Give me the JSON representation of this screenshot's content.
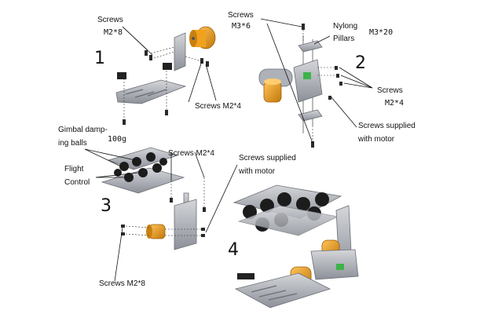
{
  "steps": [
    "1",
    "2",
    "3",
    "4"
  ],
  "labels": {
    "s1_top_screws": "Screws",
    "s1_top_size": "M2*8",
    "s1_bottom": "Screws M2*4",
    "s2_screws": "Screws",
    "s2_screws_size": "M3*6",
    "s2_nylong": "Nylong",
    "s2_pillars": "Pillars",
    "s2_pillars_size": "M3*20",
    "s2_right_screws": "Screws",
    "s2_right_size": "M2*4",
    "s2_motor_screws_1": "Screws supplied",
    "s2_motor_screws_2": "with motor",
    "s3_gimbal_1": "Gimbal damp-",
    "s3_gimbal_2": "ing balls",
    "s3_weight": "100g",
    "s3_screws": "Screws M2*4",
    "s3_flight_1": "Flight",
    "s3_flight_2": "Control",
    "s3_motor_screws_1": "Screws supplied",
    "s3_motor_screws_2": "with motor",
    "s3_bottom": "Screws M2*8"
  },
  "colors": {
    "plate": "#b9bcc2",
    "plate_dark": "#7d8088",
    "motor": "#f0a21e",
    "motor_dark": "#b86f0a",
    "ball": "#1c1c1c",
    "screw": "#2a2a2a",
    "board": "#3db34a"
  }
}
